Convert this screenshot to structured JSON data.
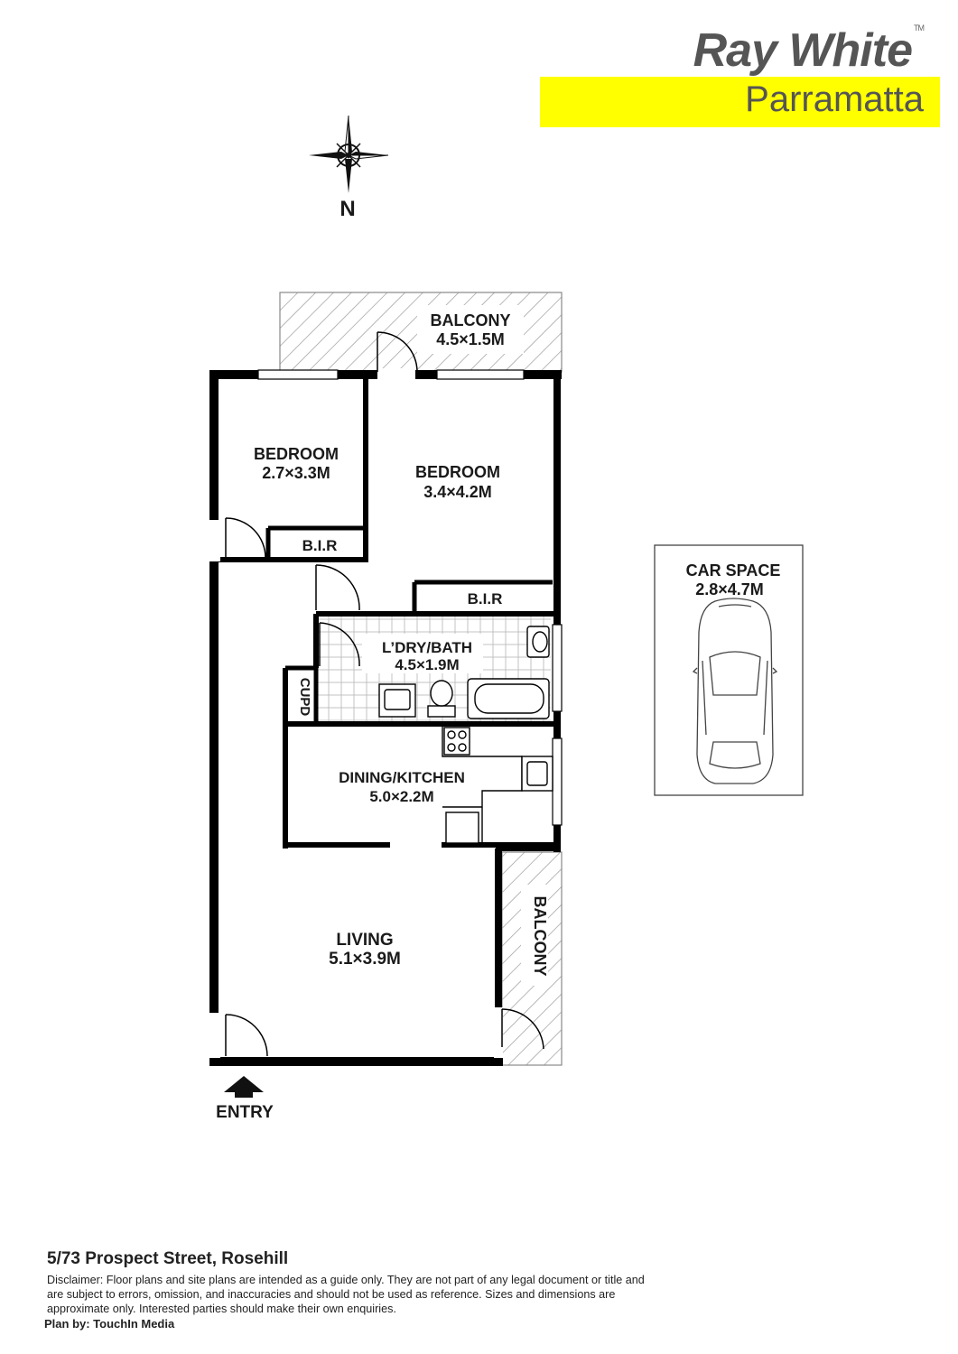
{
  "brand": {
    "name": "Ray White",
    "office": "Parramatta",
    "accent": "#ffff00"
  },
  "compass": {
    "label": "N"
  },
  "rooms": {
    "balcony_top": {
      "name": "BALCONY",
      "size": "4.5×1.5M"
    },
    "bedroom1": {
      "name": "BEDROOM",
      "size": "2.7×3.3M"
    },
    "bedroom2": {
      "name": "BEDROOM",
      "size": "3.4×4.2M"
    },
    "bir1": {
      "name": "B.I.R"
    },
    "bir2": {
      "name": "B.I.R"
    },
    "laundry_bath": {
      "name": "L’DRY/BATH",
      "size": "4.5×1.9M"
    },
    "cupd": {
      "name": "CUPD"
    },
    "dining_kitchen": {
      "name": "DINING/KITCHEN",
      "size": "5.0×2.2M"
    },
    "living": {
      "name": "LIVING",
      "size": "5.1×3.9M"
    },
    "balcony_side": {
      "name": "BALCONY"
    },
    "car_space": {
      "name": "CAR SPACE",
      "size": "2.8×4.7M"
    }
  },
  "entry": {
    "label": "ENTRY"
  },
  "footer": {
    "address": "5/73 Prospect Street, Rosehill",
    "disclaimer": "Disclaimer: Floor plans and site plans are intended as a guide only. They are not part of any legal document or title and are subject to errors, omission, and inaccuracies and should not be used as reference. Sizes and dimensions are approximate only. Interested parties should make their own enquiries.",
    "plan_by": "Plan by: TouchIn Media"
  }
}
